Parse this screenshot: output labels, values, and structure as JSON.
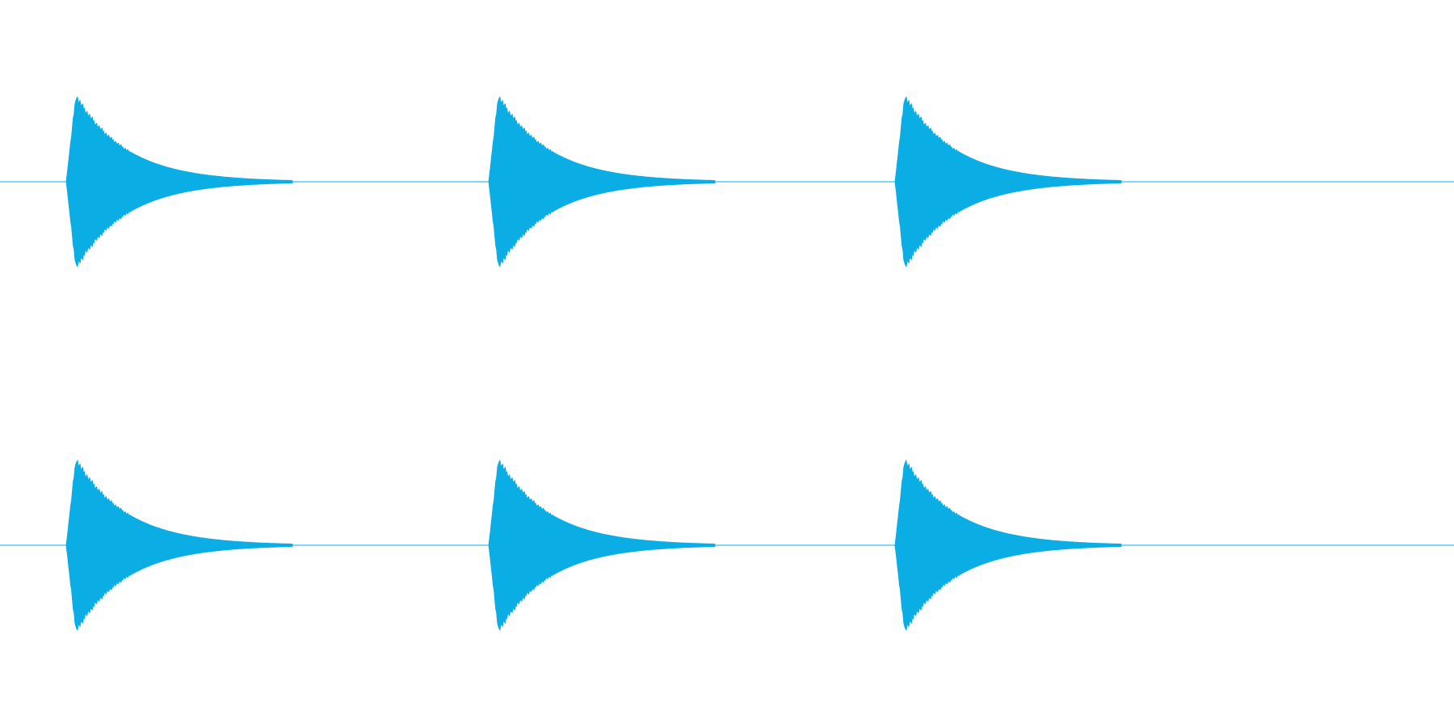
{
  "chart_data": {
    "type": "area",
    "description_kind": "stereo audio waveform",
    "channels": [
      {
        "bursts": [
          {
            "onset_s": 0.082,
            "peak_amplitude": 0.9,
            "decay_s": 0.28
          },
          {
            "onset_s": 0.605,
            "peak_amplitude": 0.9,
            "decay_s": 0.28
          },
          {
            "onset_s": 1.108,
            "peak_amplitude": 0.9,
            "decay_s": 0.28
          }
        ]
      },
      {
        "bursts": [
          {
            "onset_s": 0.082,
            "peak_amplitude": 0.9,
            "decay_s": 0.28
          },
          {
            "onset_s": 0.605,
            "peak_amplitude": 0.9,
            "decay_s": 0.28
          },
          {
            "onset_s": 1.108,
            "peak_amplitude": 0.9,
            "decay_s": 0.28
          }
        ]
      }
    ],
    "xlim": [
      0,
      1.8
    ],
    "ylim": [
      -1,
      1
    ],
    "grid": false,
    "colors": {
      "waveform": "#0aaee4",
      "baseline": "#0aaee4",
      "background": "#ffffff"
    }
  }
}
